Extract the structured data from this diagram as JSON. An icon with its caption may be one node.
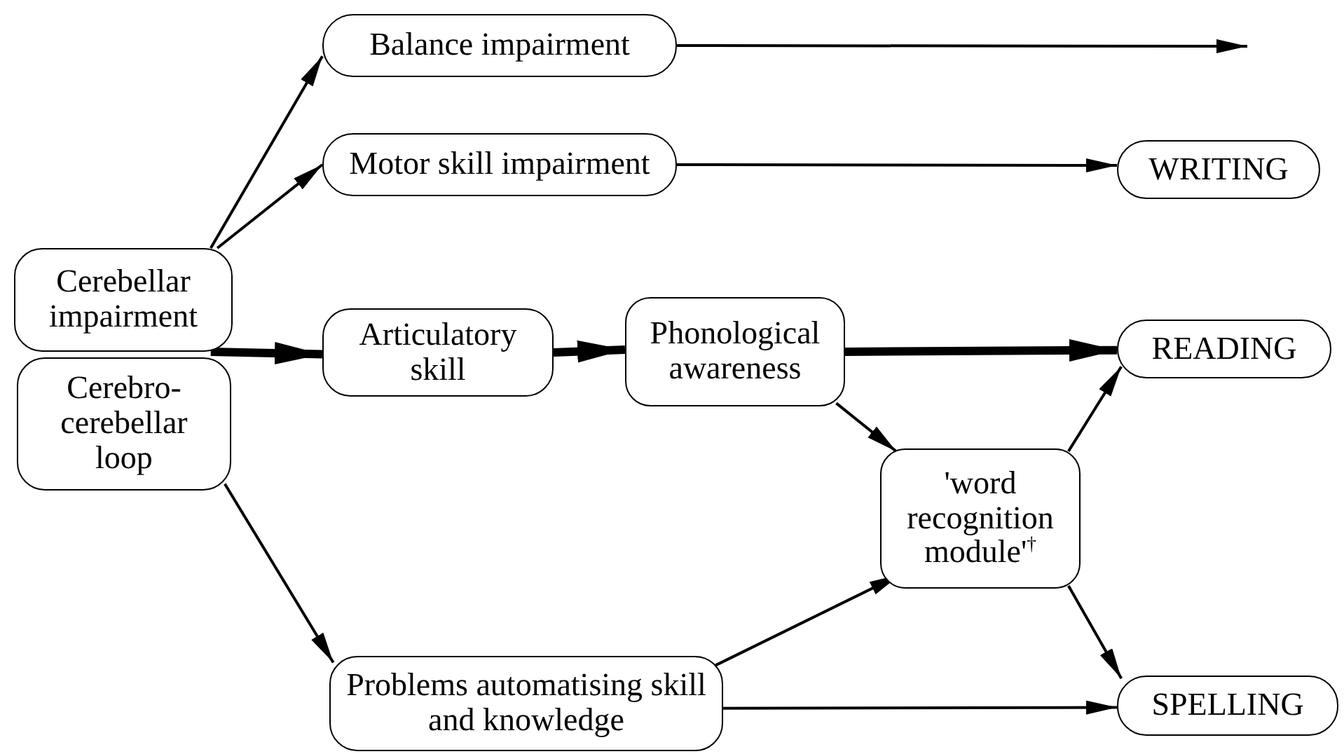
{
  "diagram": {
    "nodes": [
      {
        "text": [
          "Balance impairment"
        ]
      },
      {
        "text": [
          "Motor skill impairment"
        ]
      },
      {
        "text": [
          "WRITING"
        ]
      },
      {
        "text": [
          "Cerebellar impairment"
        ]
      },
      {
        "text": [
          "Cerebro- cerebellar loop"
        ]
      },
      {
        "text": [
          "Articulatory skill"
        ]
      },
      {
        "text": [
          "Phonological awareness"
        ]
      },
      {
        "text": [
          "READING"
        ]
      },
      {
        "text": [
          "'word recognition module'$^{†}$"
        ]
      },
      {
        "text": [
          "Problems automatising skill and knowledge"
        ]
      },
      {
        "text": [
          "SPELLING"
        ]
      }
    ],
    "edges": [
      {
        "from": 3,
        "to": 0,
        "arrow": "to"
      },
      {
        "from": 3,
        "to": 1,
        "arrow": "to"
      },
      {
        "from": 0,
        "to": null,
        "arrow": "to"
      },
      {
        "from": 1,
        "to": 2,
        "arrow": "to"
      },
      {
        "from": 3,
        "to": 5,
        "arrow": "to",
        "style": "thick"
      },
      {
        "from": 5,
        "to": 6,
        "arrow": "to",
        "style": "thick"
      },
      {
        "from": 6,
        "to": 7,
        "arrow": "to",
        "style": "thick"
      },
      {
        "from": 6,
        "to": 8,
        "arrow": "to"
      },
      {
        "from": 4,
        "to": 9,
        "arrow": "to"
      },
      {
        "from": 9,
        "to": 8,
        "arrow": "to"
      },
      {
        "from": 9,
        "to": 10,
        "arrow": "to"
      },
      {
        "from": 8,
        "to": 7,
        "arrow": "to"
      },
      {
        "from": 8,
        "to": 10,
        "arrow": "to"
      }
    ]
  }
}
